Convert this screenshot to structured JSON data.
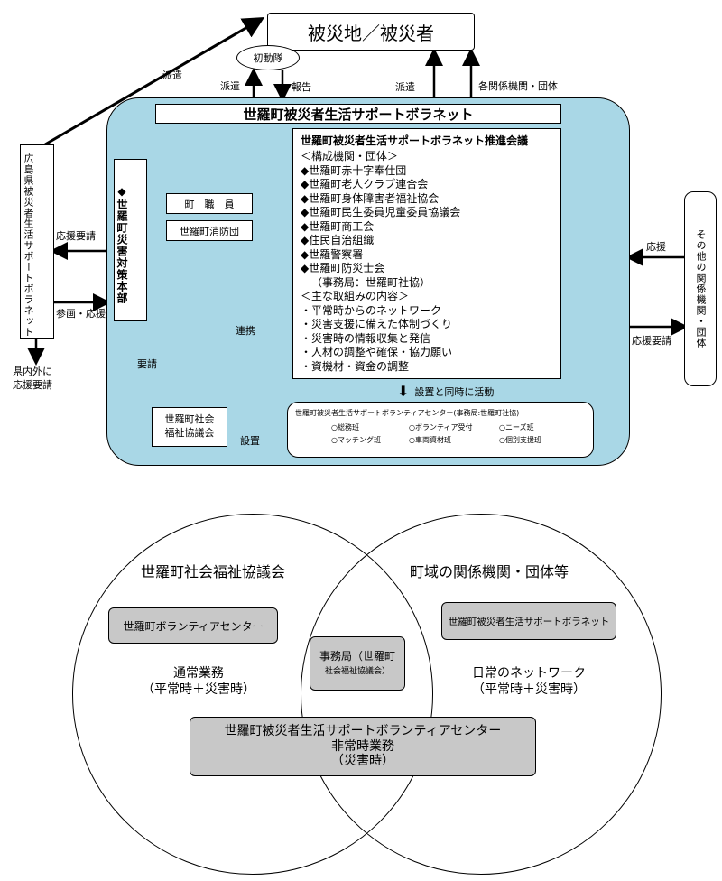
{
  "top": {
    "victims": "被災地／被災者",
    "initial_team": "初動隊",
    "dispatch_left": "派遣",
    "dispatch_mid": "派遣",
    "report": "報告",
    "dispatch_center": "派遣",
    "orgs_label": "各関係機関・団体"
  },
  "main": {
    "title": "世羅町被災者生活サポートボラネット",
    "hq": "◆世羅町災害対策本部",
    "staff": "町　職　員",
    "fire": "世羅町消防団",
    "cooperation": "連携",
    "request": "要請",
    "council_box": [
      "世羅町社会",
      "福祉協議会"
    ],
    "establish": "設置",
    "establish_note": "設置と同時に活動",
    "promo": {
      "title": "世羅町被災者生活サポートボラネット推進会議",
      "lines": [
        "＜構成機関・団体＞",
        "◆世羅町赤十字奉仕団",
        "◆世羅町老人クラブ連合会",
        "◆世羅町身体障害者福祉協会",
        "◆世羅町民生委員児童委員協議会",
        "◆世羅町商工会",
        "◆住民自治組織",
        "◆世羅警察署",
        "◆世羅町防災士会",
        "（事務局：世羅町社協）",
        "＜主な取組みの内容＞",
        "・平常時からのネットワーク",
        "・災害支援に備えた体制づくり",
        "・災害時の情報収集と発信",
        "・人材の調整や確保・協力願い",
        "・資機材・資金の調整"
      ]
    },
    "vc": {
      "title": "世羅町被災者生活サポートボランティアセンター(事務局:世羅町社協)",
      "row1": [
        "○総務班",
        "○ボランティア受付",
        "○ニーズ班"
      ],
      "row2": [
        "○マッチング班",
        "○車両資材班",
        "○個別支援班"
      ]
    }
  },
  "left": {
    "pref": "広島県被災者生活サポートボラネット",
    "support_request": "応援要請",
    "participation": "参画・応援",
    "outside_request": [
      "県内外に",
      "応援要請"
    ]
  },
  "right": {
    "other_orgs": "その他の関係機関・団体",
    "support": "応援",
    "support_request": "応援要請"
  },
  "venn": {
    "left_title": "世羅町社会福祉協議会",
    "right_title": "町域の関係機関・団体等",
    "left_box": "世羅町ボランティアセンター",
    "right_box": "世羅町被災者生活サポートボラネット",
    "center_box": [
      "事務局（世羅町",
      "社会福祉協議会）"
    ],
    "left_text": [
      "通常業務",
      "（平常時＋災害時）"
    ],
    "right_text": [
      "日常のネットワーク",
      "（平常時＋災害時）"
    ],
    "bottom_box": [
      "世羅町被災者生活サポートボランティアセンター",
      "非常時業務",
      "（災害時）"
    ]
  },
  "colors": {
    "main_bg": "#a9d7e6",
    "venn_box": "#c8c8c8"
  }
}
